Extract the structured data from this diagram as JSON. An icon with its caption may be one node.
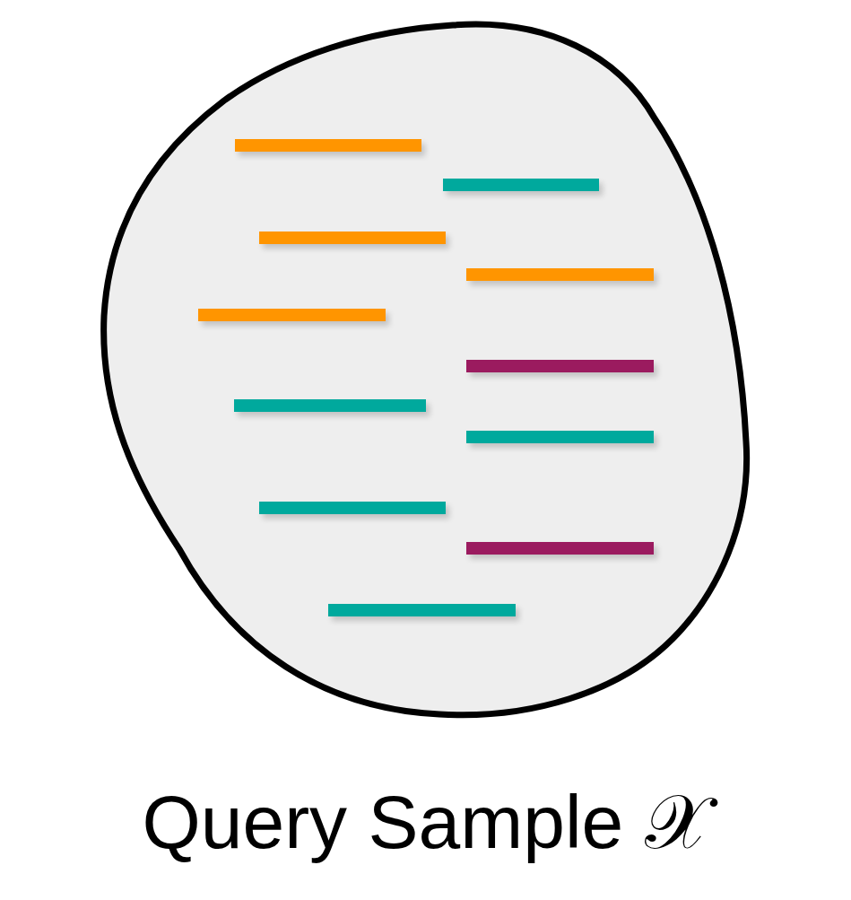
{
  "diagram": {
    "caption": "Query Sample 𝒳",
    "nodes": [
      {
        "text": [],
        "shape": "blob"
      },
      {
        "text": [],
        "shape": "bar",
        "in": 0
      },
      {
        "text": [],
        "shape": "bar",
        "in": 0
      },
      {
        "text": [],
        "shape": "bar",
        "in": 0
      },
      {
        "text": [],
        "shape": "bar",
        "in": 0
      },
      {
        "text": [],
        "shape": "bar",
        "in": 0
      },
      {
        "text": [],
        "shape": "bar",
        "in": 0
      },
      {
        "text": [],
        "shape": "bar",
        "in": 0
      },
      {
        "text": [],
        "shape": "bar",
        "in": 0
      },
      {
        "text": [],
        "shape": "bar",
        "in": 0
      },
      {
        "text": [],
        "shape": "bar",
        "in": 0
      },
      {
        "text": [],
        "shape": "bar",
        "in": 0
      }
    ],
    "edges": []
  }
}
